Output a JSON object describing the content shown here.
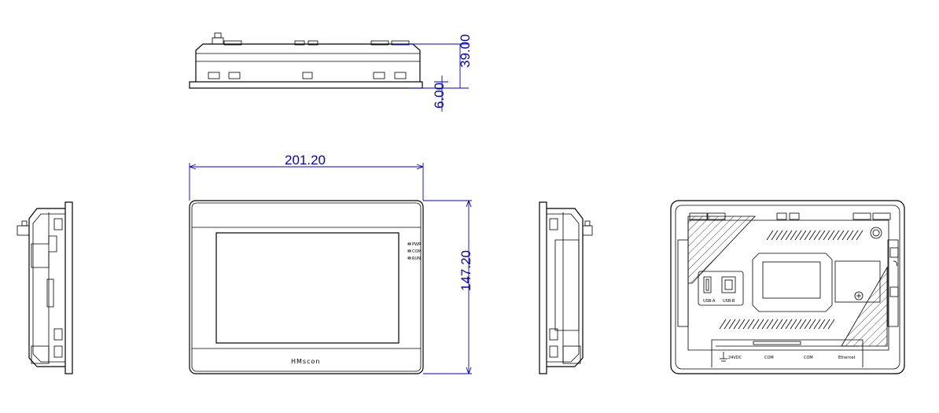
{
  "dimensions": {
    "depth_total": "39.00",
    "bezel_depth": "6.00",
    "width": "201.20",
    "height": "147.20"
  },
  "front_panel": {
    "brand": "HMscon",
    "leds": [
      "PWR",
      "COM",
      "RUN"
    ]
  },
  "rear_panel": {
    "port_labels": [
      "USB-A",
      "USB-B"
    ],
    "terminal_labels": [
      "24VDC",
      "COM",
      "COM",
      "Ethernet"
    ]
  },
  "colors": {
    "dimension": "#0000cc",
    "outline": "#000000"
  }
}
